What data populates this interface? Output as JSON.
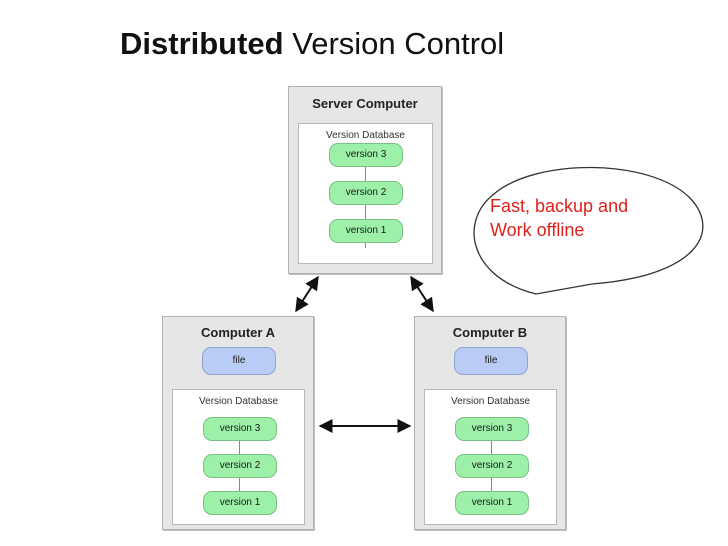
{
  "title": {
    "bold": "Distributed",
    "rest": " Version Control"
  },
  "server": {
    "title": "Server Computer",
    "db_label": "Version Database",
    "versions": [
      "version 3",
      "version 2",
      "version 1"
    ]
  },
  "computer_a": {
    "title": "Computer A",
    "file": "file",
    "db_label": "Version Database",
    "versions": [
      "version 3",
      "version 2",
      "version 1"
    ]
  },
  "computer_b": {
    "title": "Computer B",
    "file": "file",
    "db_label": "Version Database",
    "versions": [
      "version 3",
      "version 2",
      "version 1"
    ]
  },
  "callout": {
    "line1": "Fast, backup and",
    "line2": "Work offline"
  },
  "colors": {
    "version_fill": "#9cf0a8",
    "file_fill": "#b8ccf5",
    "callout_text": "#e0201b"
  }
}
